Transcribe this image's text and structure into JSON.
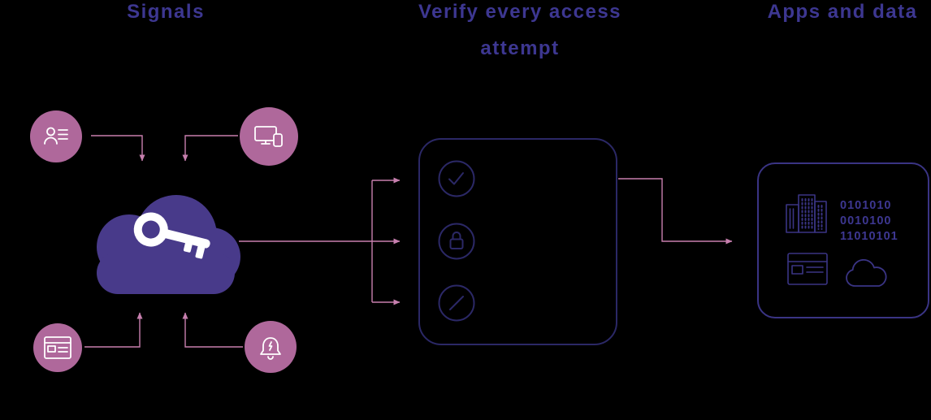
{
  "signals": {
    "title": "Signals",
    "icons": [
      "user-icon",
      "device-icon",
      "browser-icon",
      "alert-bell-icon"
    ],
    "hub_icon": "cloud-key-icon"
  },
  "verify": {
    "title_line1": "Verify every access",
    "title_line2": "attempt",
    "step_icons": [
      "check-icon",
      "lock-icon",
      "block-icon"
    ]
  },
  "apps": {
    "title": "Apps and data",
    "binary_lines": [
      "0101010",
      "0010100",
      "11010101"
    ],
    "icons": [
      "buildings-icon",
      "app-window-icon",
      "cloud-icon"
    ]
  },
  "colors": {
    "background": "#000000",
    "heading": "#3d3791",
    "pink": "#af689b",
    "arrow": "#c77fae",
    "cloud": "#483a8a",
    "icon_white": "#ffffff",
    "box_line": "#2b2866",
    "apps_line": "#3a3484",
    "binary_text": "#3d3791"
  }
}
